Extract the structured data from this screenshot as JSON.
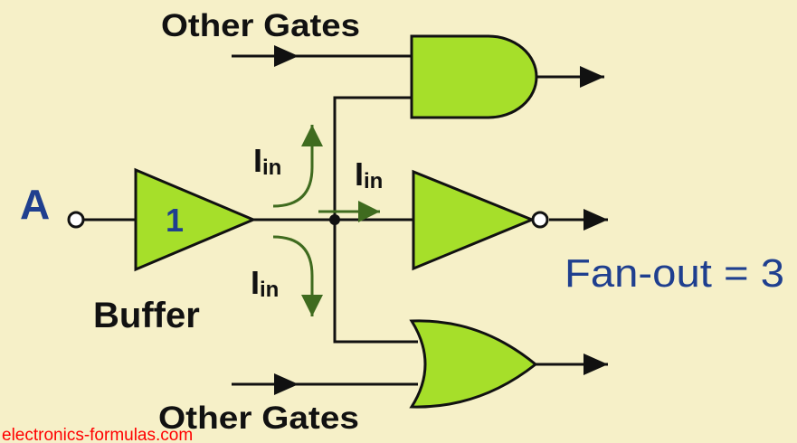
{
  "labels": {
    "top_other_gates": "Other Gates",
    "bottom_other_gates": "Other Gates",
    "input_name": "A",
    "buffer_symbol": "1",
    "buffer_label": "Buffer",
    "current_main": "I",
    "current_sub": "in",
    "fanout": "Fan-out = 3",
    "watermark": "electronics-formulas.com"
  },
  "colors": {
    "background": "#f6f0c8",
    "gate_fill": "#a6df2a",
    "line": "#111111",
    "current_arrow": "#3f6b1f",
    "current_label": "#111111",
    "input_label": "#1f3f8f",
    "fanout_text": "#1f3f8f",
    "watermark": "#ff0000"
  }
}
